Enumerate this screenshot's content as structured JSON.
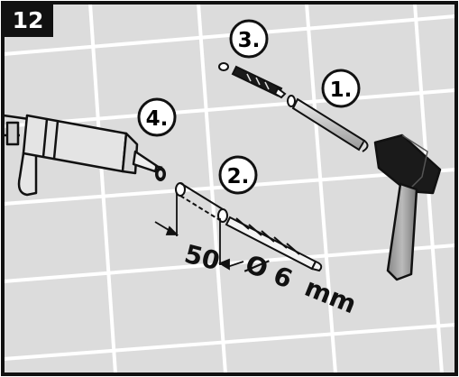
{
  "panel": {
    "number": "12",
    "background": "#dcdcdc",
    "grout": "#ffffff",
    "frame": "#111111"
  },
  "steps": [
    {
      "label": "1.",
      "item": "hammer and nail anchor"
    },
    {
      "label": "2.",
      "item": "drill bit"
    },
    {
      "label": "3.",
      "item": "wall plug"
    },
    {
      "label": "4.",
      "item": "caulking gun"
    }
  ],
  "measurements": {
    "depth": "50",
    "diameter": "Ø 6",
    "unit": "mm"
  },
  "icons": [
    "hammer-icon",
    "caulking-gun-icon",
    "drill-bit-icon",
    "wall-plug-icon",
    "screw-icon"
  ]
}
